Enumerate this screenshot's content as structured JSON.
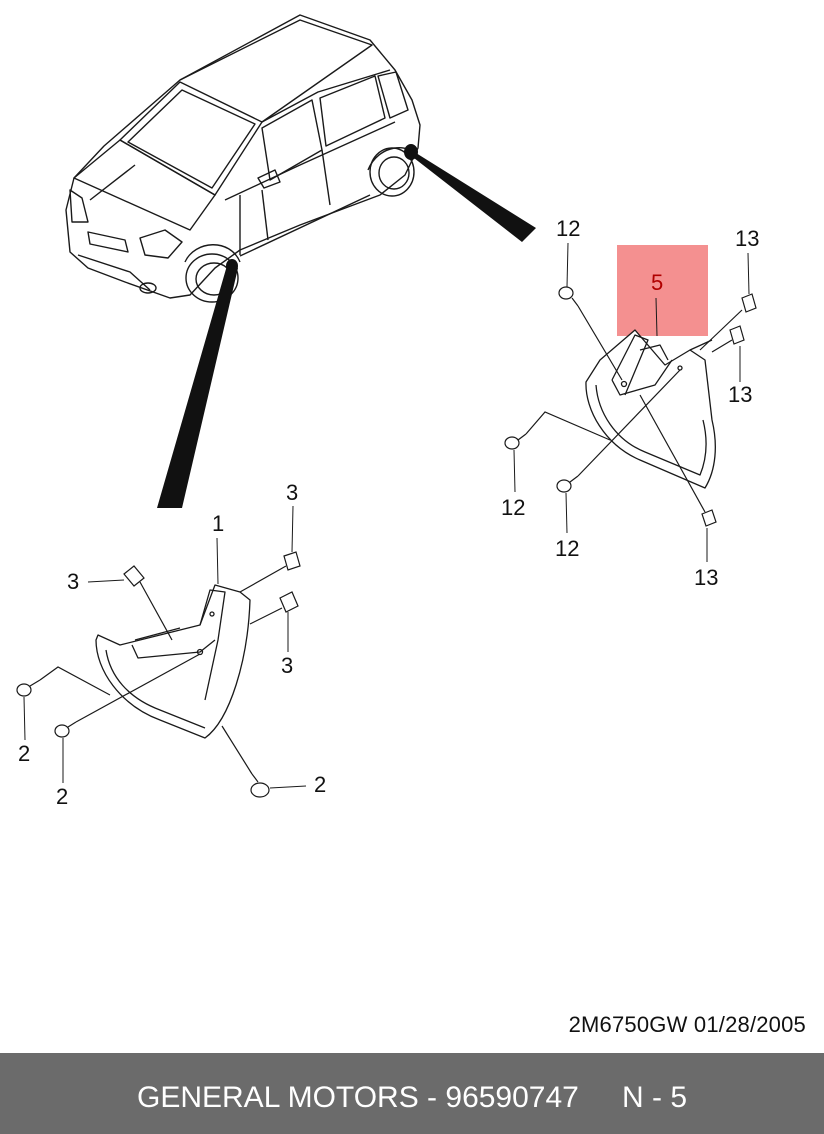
{
  "callouts": {
    "rear_screw_top": "12",
    "rear_clip_top": "13",
    "highlight_part": "5",
    "rear_clip_mid": "13",
    "rear_screw_left": "12",
    "rear_screw_bottom": "12",
    "rear_clip_bottom": "13",
    "front_flap": "1",
    "front_clip_top": "3",
    "front_clip_left": "3",
    "front_clip_mid": "3",
    "front_screw_left": "2",
    "front_screw_bottom": "2",
    "front_screw_right": "2"
  },
  "reference": "2M6750GW  01/28/2005",
  "footer": {
    "brand": "GENERAL MOTORS - 96590747",
    "page": "N - 5"
  },
  "colors": {
    "highlight": "#f49090",
    "footer_bg": "#6b6b6b",
    "line": "#1a1a1a"
  }
}
